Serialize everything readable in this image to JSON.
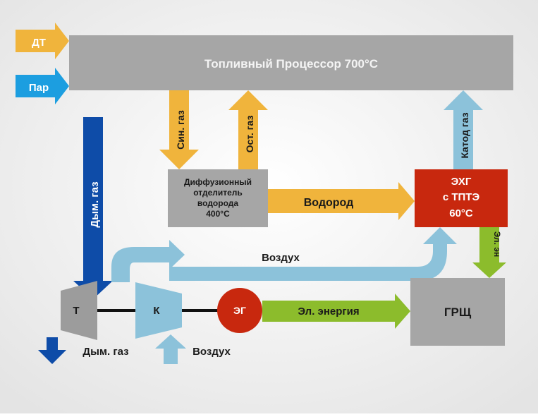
{
  "inputs": {
    "fuel": "ДТ",
    "steam": "Пар"
  },
  "fuel_processor": {
    "label": "Топливный Процессор 700°С"
  },
  "flows": {
    "syngas": "Син. газ",
    "residual_gas": "Ост. газ",
    "cathode_gas": "Катод газ",
    "flue_gas_down": "Дым. газ",
    "hydrogen": "Водород",
    "air_main": "Воздух",
    "electric_energy": "Эл. энергия",
    "aux_power": "Эл. эн",
    "flue_gas_out": "Дым. газ",
    "air_intake": "Воздух"
  },
  "separator": {
    "lines": [
      "Диффузионный",
      "отделитель",
      "водорода",
      "400°С"
    ]
  },
  "fuel_cell": {
    "lines": [
      "ЭХГ",
      "с ТПТЭ",
      "60°С"
    ]
  },
  "turbine": {
    "label": "Т"
  },
  "compressor": {
    "label": "К"
  },
  "generator": {
    "label": "ЭГ"
  },
  "switchboard": {
    "label": "ГРЩ"
  },
  "colors": {
    "background": "#f2f2f2",
    "gray_box": "#a6a6a6",
    "orange": "#f0b43c",
    "light_blue": "#8cc2da",
    "steam_blue": "#1c9ee0",
    "dark_blue": "#0e4ca8",
    "green": "#8cbc2c",
    "red": "#c8280e"
  }
}
